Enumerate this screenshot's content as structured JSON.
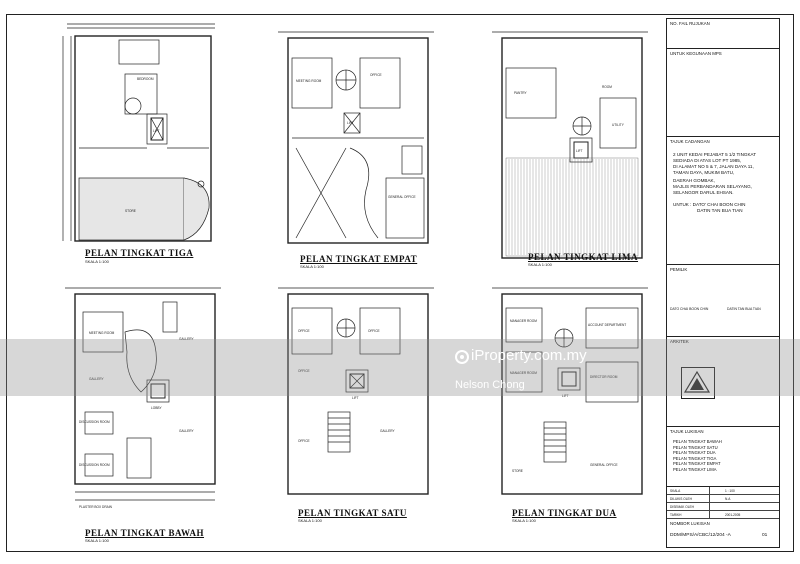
{
  "plans": [
    {
      "id": "tiga",
      "title": "PELAN TINGKAT TIGA",
      "scale": "SKALA 1:100",
      "rooms": [
        "BEDROOM",
        "LIFT",
        "STORE"
      ]
    },
    {
      "id": "empat",
      "title": "PELAN TINGKAT EMPAT",
      "scale": "SKALA 1:100",
      "rooms": [
        "MEETING ROOM",
        "OFFICE",
        "LIFT",
        "GENERAL OFFICE"
      ]
    },
    {
      "id": "lima",
      "title": "PELAN TINGKAT LIMA",
      "scale": "SKALA 1:100",
      "rooms": [
        "PANTRY",
        "ROOM",
        "LIFT",
        "UTILITY"
      ]
    },
    {
      "id": "bawah",
      "title": "PELAN TINGKAT BAWAH",
      "scale": "SKALA 1:100",
      "rooms": [
        "MEETING ROOM",
        "GALLERY",
        "GALLERY",
        "LOBBY",
        "DISCUSSION ROOM",
        "DISCUSSION ROOM",
        "GALLERY"
      ],
      "note": "PLASTER BOX DRAIN"
    },
    {
      "id": "satu",
      "title": "PELAN TINGKAT SATU",
      "scale": "SKALA 1:100",
      "rooms": [
        "OFFICE",
        "OFFICE",
        "OFFICE",
        "LIFT",
        "GALLERY",
        "OFFICE"
      ]
    },
    {
      "id": "dua",
      "title": "PELAN TINGKAT DUA",
      "scale": "SKALA 1:100",
      "rooms": [
        "MANAGER ROOM",
        "ACCOUNT DEPARTMENT",
        "DIRECTOR ROOM",
        "MANAGER ROOM",
        "GENERAL OFFICE",
        "LIFT",
        "STORE"
      ]
    }
  ],
  "title_block": {
    "file_label": "NO. FAIL RUJUKAN",
    "approval_label": "UNTUK KEGUNAAN MPS",
    "project_label": "TAJUK CADANGAN",
    "project_lines": [
      "2 UNIT KEDAI PEJABAT 5 1/2 TINGKAT",
      "SEDIADA DI ATAS LOT PT 1985,",
      "DI ALAMAT NO 5 & 7, JALAN DAYA 11,",
      "TAMAN DAYA, MUKIM BATU,",
      "DAERAH GOMBAK,",
      "MAJLIS PERBANDARAN SELAYANG,",
      "SELANGOR DARUL EHSAN."
    ],
    "client_prefix": "UNTUK : DATO' CHAI BOON CHIN",
    "client_second": "DATIN TAN BUA TIAN",
    "owner_label": "PEMILIK",
    "owner1": "DATO CHAI BOON CHIN",
    "owner2": "DATIN TAN BUA TIAN",
    "architect_label": "ARKITEK",
    "drawing_label": "TAJUK LUKISAN",
    "drawings": [
      "PELAN TINGKAT BAWAH",
      "PELAN TINGKAT SATU",
      "PELAN TINGKAT DUA",
      "PELAN TINGKAT TIGA",
      "PELAN TINGKAT EMPAT",
      "PELAN TINGKAT LIMA"
    ],
    "rows": [
      {
        "k": "SKALA",
        "v": "1 : 100"
      },
      {
        "k": "DILUKIS OLEH",
        "v": "N.A"
      },
      {
        "k": "DISEMAK OLEH",
        "v": ""
      },
      {
        "k": "TARIKH",
        "v": "2001-2005"
      }
    ],
    "drawing_no_label": "NOMBOR LUKISAN",
    "drawing_no": "DDM/MPS/A/CBC/12/204 -A",
    "sheet_no": "01"
  },
  "watermark": {
    "brand": "iProperty.com.my",
    "agent": "Nelson Chong"
  }
}
